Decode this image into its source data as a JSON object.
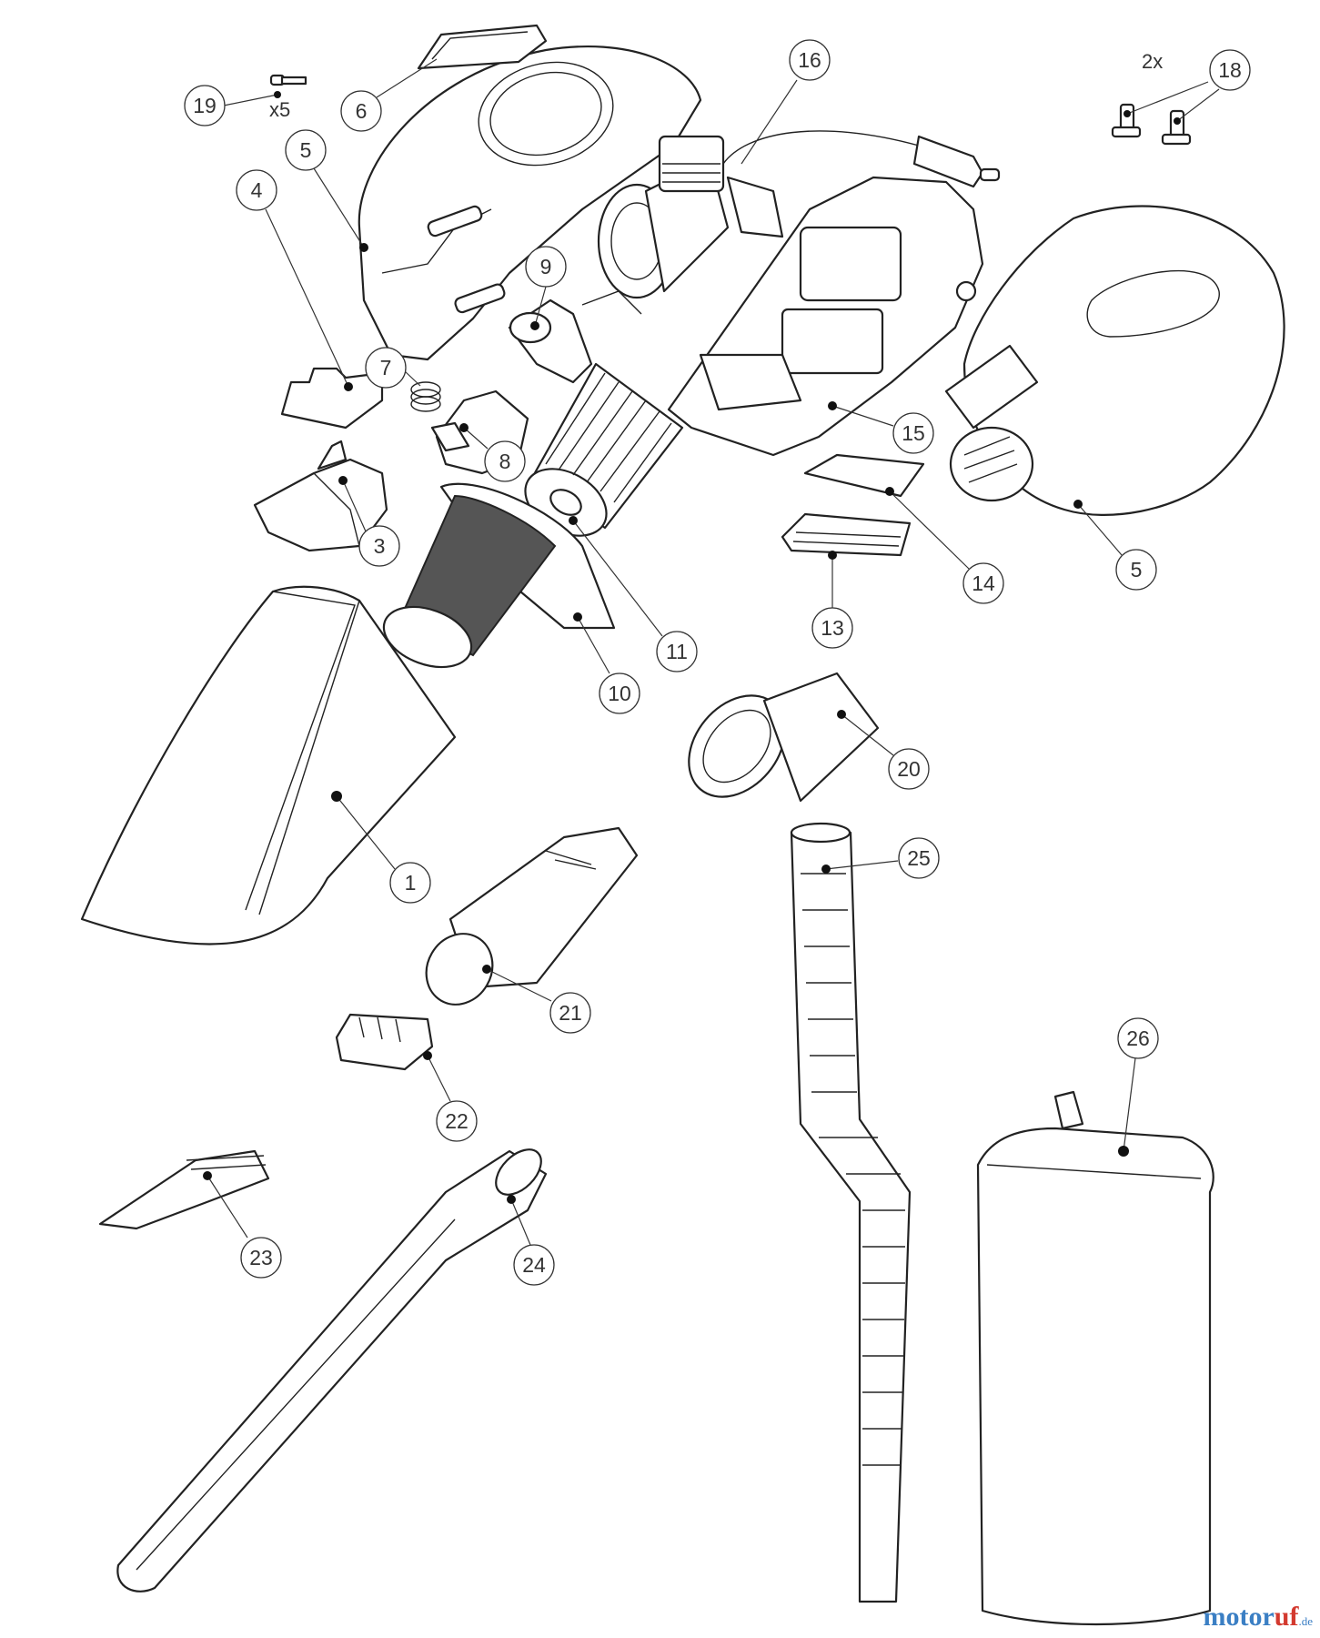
{
  "callouts": [
    "19",
    "6",
    "16",
    "18",
    "5",
    "4",
    "9",
    "7",
    "8",
    "15",
    "3",
    "14",
    "13",
    "11",
    "10",
    "20",
    "25",
    "1",
    "21",
    "22",
    "26",
    "23",
    "24"
  ],
  "qty_19": "x5",
  "qty_18": "2x",
  "watermark": {
    "main_a": "motor",
    "main_b": "uf",
    "suffix": ".de"
  }
}
